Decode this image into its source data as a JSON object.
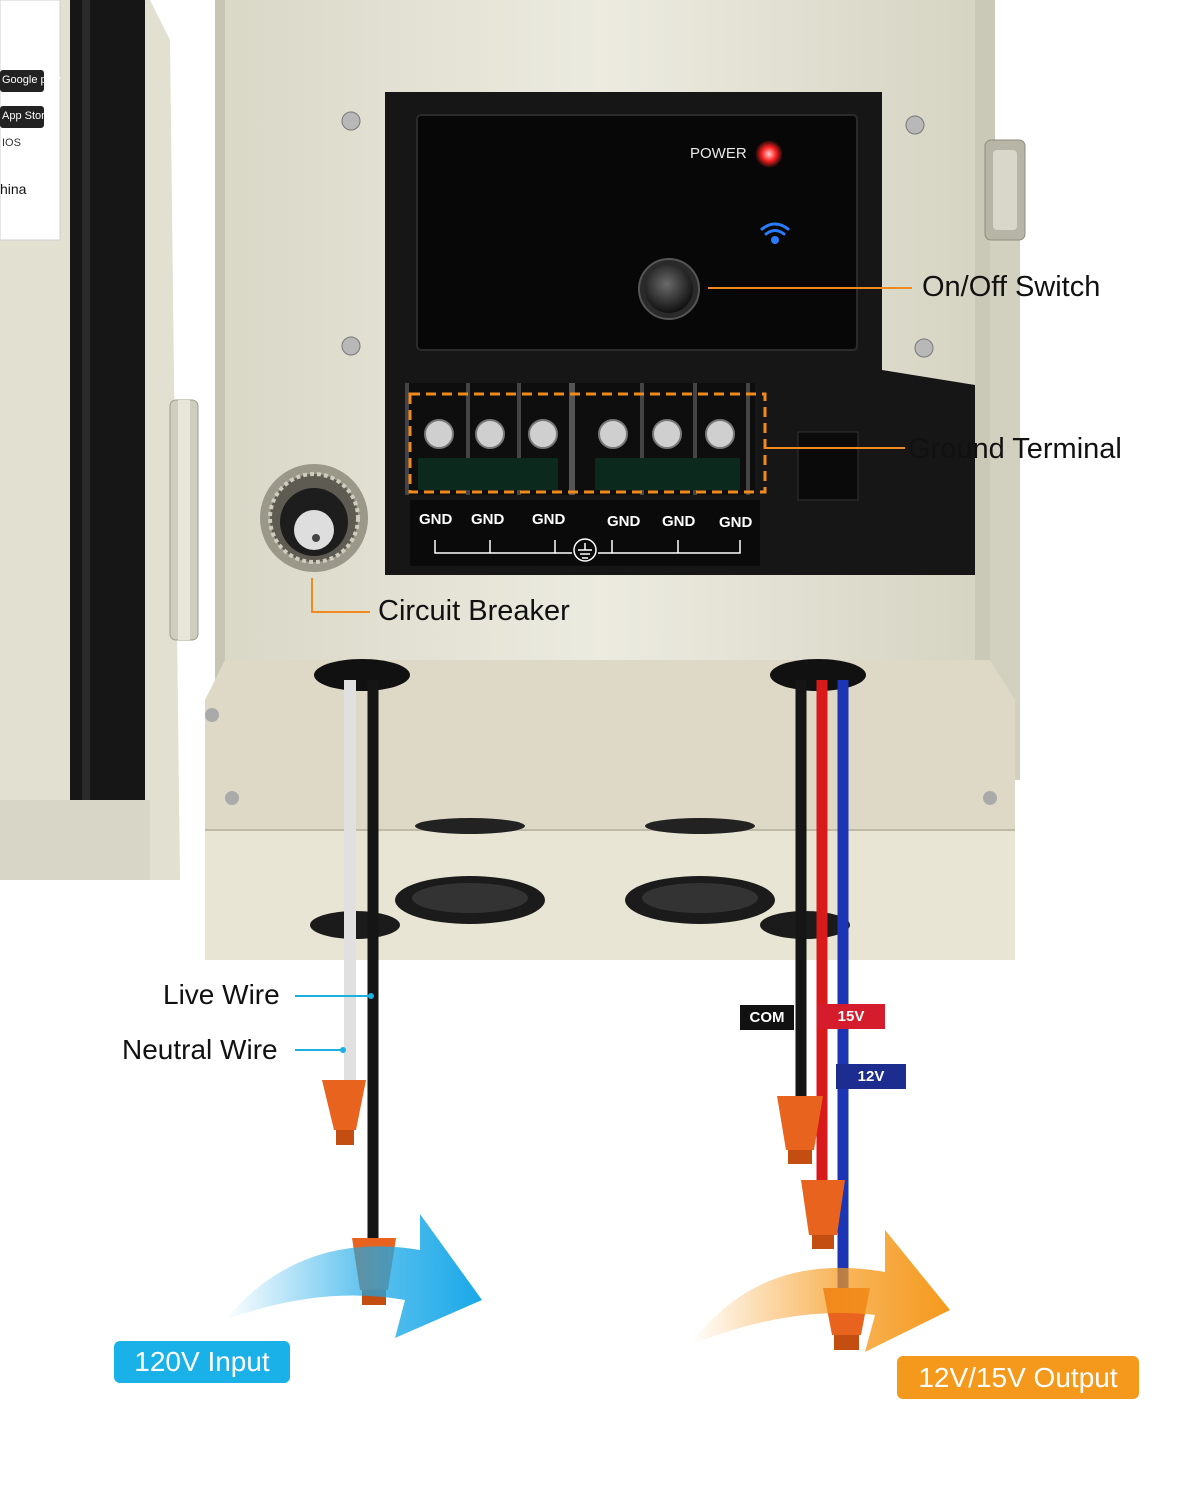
{
  "labels": {
    "power": "POWER",
    "on_off_switch": "On/Off Switch",
    "ground_terminal": "Ground Terminal",
    "circuit_breaker": "Circuit Breaker",
    "live_wire": "Live Wire",
    "neutral_wire": "Neutral Wire",
    "com": "COM",
    "v15": "15V",
    "v12": "12V",
    "input": "120V Input",
    "output": "12V/15V Output"
  },
  "terminals": [
    "GND",
    "GND",
    "GND",
    "GND",
    "GND",
    "GND"
  ],
  "sticker": {
    "google_play": "Google play",
    "app_store": "App Store",
    "ios": "IOS",
    "china": "hina"
  },
  "colors": {
    "callout_orange": "#f08a1c",
    "callout_cyan": "#1ab0e0",
    "input_pill": "#1ab0e8",
    "output_pill": "#f5991c",
    "tag_com": "#111111",
    "tag_15v": "#d41c2c",
    "tag_12v": "#1d2c8f",
    "enclosure": "#e4e2d3",
    "panel": "#111111"
  },
  "icons": [
    "wifi-icon",
    "ground-symbol-icon",
    "screw-icon",
    "wire-nut-icon",
    "arrow-icon"
  ]
}
